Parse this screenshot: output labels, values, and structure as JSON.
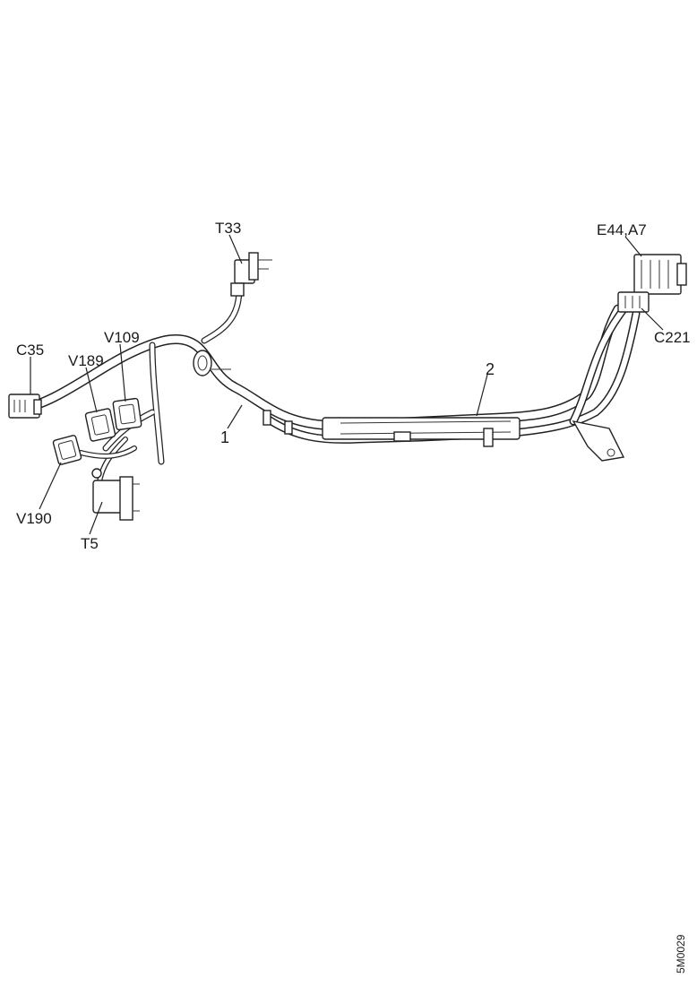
{
  "labels": {
    "t33": "T33",
    "e44_a7": "E44,A7",
    "c35": "C35",
    "v109": "V109",
    "v189": "V189",
    "c221": "C221",
    "item1": "1",
    "item2": "2",
    "v190": "V190",
    "t5": "T5"
  },
  "figure_id": "5M0029"
}
